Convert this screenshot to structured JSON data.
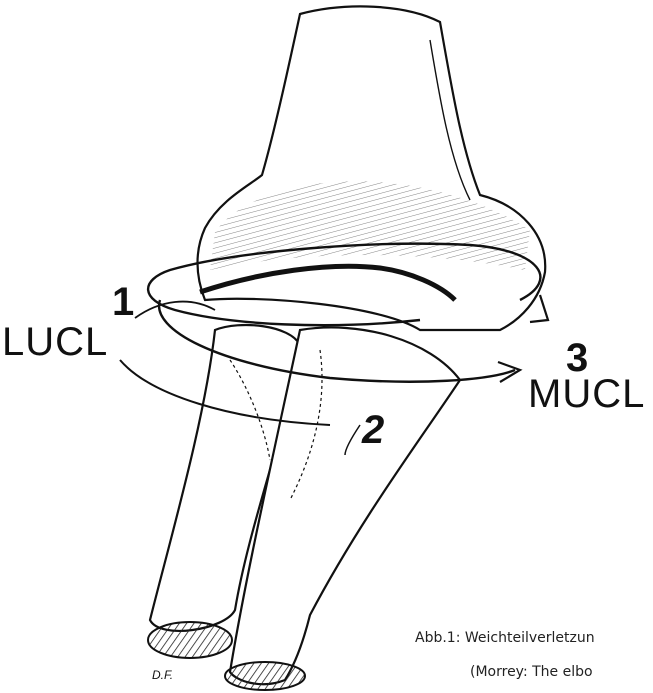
{
  "labels": {
    "marker_1": "1",
    "marker_1_name": "LUCL",
    "marker_2": "2",
    "marker_3": "3",
    "marker_3_name": "MUCL",
    "initials": "D.F."
  },
  "caption": {
    "line1": "Abb.1:  Weichteilverletzun",
    "line2": "(Morrey: The elbo"
  }
}
